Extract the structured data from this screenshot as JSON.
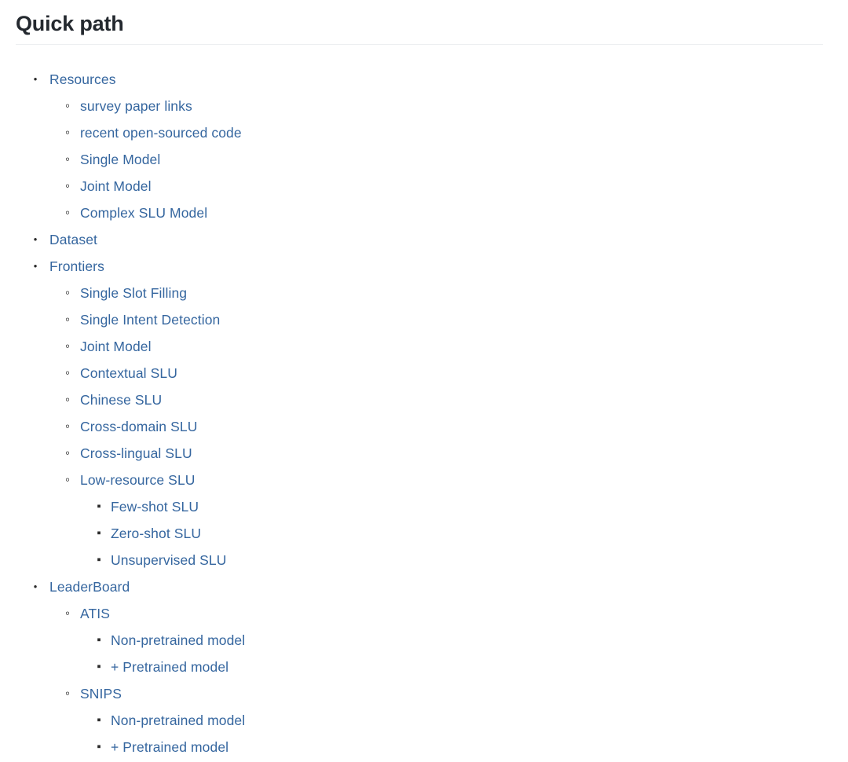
{
  "header": {
    "title": "Quick path"
  },
  "colors": {
    "link": "#35669f",
    "title": "#24292f",
    "rule": "#eceef0",
    "background": "#ffffff",
    "bullet": "#2b2b2b"
  },
  "bullets": {
    "level_1": "disc",
    "level_2": "circle",
    "level_3": "square"
  },
  "outline": [
    {
      "label": "Resources",
      "children": [
        {
          "label": "survey paper links"
        },
        {
          "label": "recent open-sourced code"
        },
        {
          "label": "Single Model"
        },
        {
          "label": "Joint Model"
        },
        {
          "label": "Complex SLU Model"
        }
      ]
    },
    {
      "label": "Dataset",
      "children": []
    },
    {
      "label": "Frontiers",
      "children": [
        {
          "label": "Single Slot Filling"
        },
        {
          "label": "Single Intent Detection"
        },
        {
          "label": "Joint Model"
        },
        {
          "label": "Contextual SLU"
        },
        {
          "label": "Chinese SLU"
        },
        {
          "label": "Cross-domain SLU"
        },
        {
          "label": "Cross-lingual SLU"
        },
        {
          "label": "Low-resource SLU",
          "children": [
            {
              "label": "Few-shot SLU"
            },
            {
              "label": "Zero-shot SLU"
            },
            {
              "label": "Unsupervised SLU"
            }
          ]
        }
      ]
    },
    {
      "label": "LeaderBoard",
      "children": [
        {
          "label": "ATIS",
          "children": [
            {
              "label": "Non-pretrained model"
            },
            {
              "label": "+ Pretrained model"
            }
          ]
        },
        {
          "label": "SNIPS",
          "children": [
            {
              "label": "Non-pretrained model"
            },
            {
              "label": "+ Pretrained model"
            }
          ]
        }
      ]
    }
  ]
}
